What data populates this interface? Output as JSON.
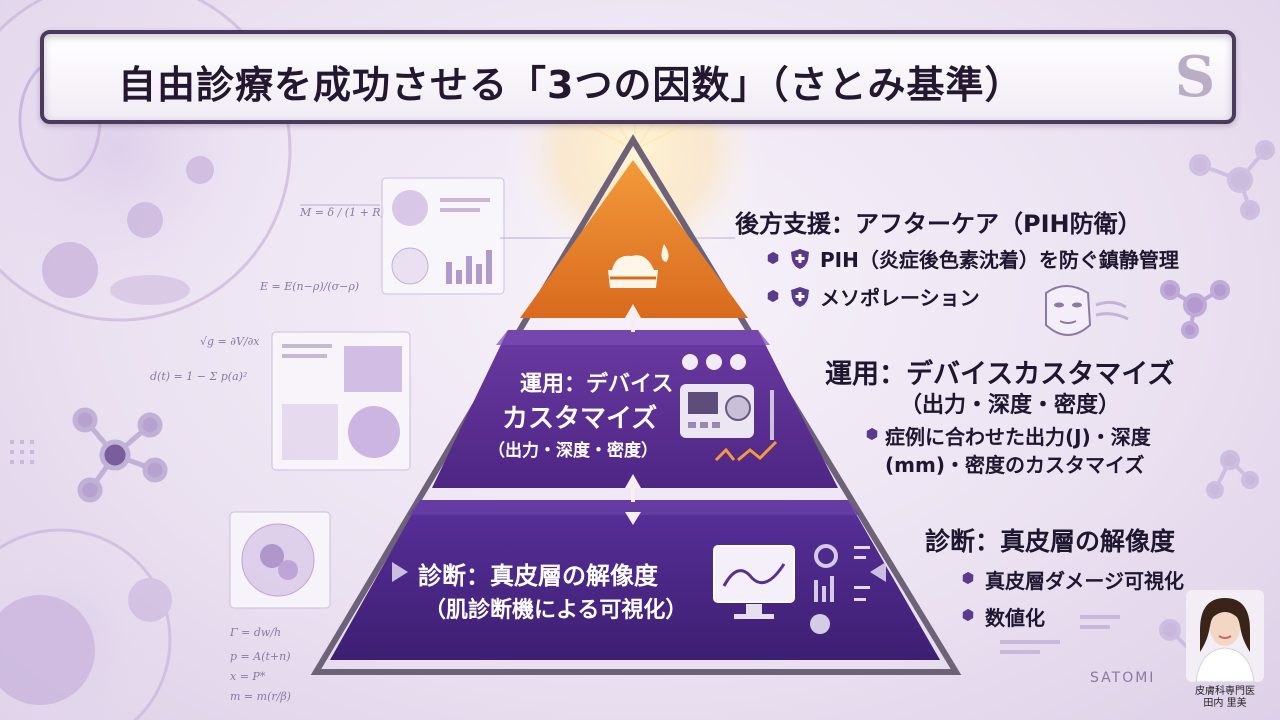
{
  "title": "自由診療を成功させる「3つの因数」（さとみ基準）",
  "logo_letter": "S",
  "pyramid": {
    "middle": {
      "line1": "運用：デバイス",
      "line2": "カスタマイズ",
      "line3": "（出力・深度・密度）"
    },
    "bottom": {
      "line1": "診断：真皮層の解像度",
      "line2": "（肌診断機による可視化）"
    }
  },
  "right": {
    "top_heading": "後方支援：アフターケア（PIH防衛）",
    "top_bullets": [
      "PIH（炎症後色素沈着）を防ぐ鎮静管理",
      "メソポレーション"
    ],
    "mid_heading": "運用：デバイスカスタマイズ",
    "mid_sub": "（出力・深度・密度）",
    "mid_bullet_line1": "症例に合わせた出力(J)・深度",
    "mid_bullet_line2": "(mm)・密度のカスタマイズ",
    "bottom_heading": "診断：真皮層の解像度",
    "bottom_bullets": [
      "真皮層ダメージ可視化",
      "数値化"
    ]
  },
  "brand": "SATOMI",
  "doctor": {
    "title": "皮膚科専門医",
    "name": "田内 里美"
  },
  "colors": {
    "top_tier": "#e07a2a",
    "mid_tier": "#5b2f8f",
    "bottom_tier": "#43237a",
    "accent": "#5a3a8c"
  },
  "icons": [
    "cream-jar-icon",
    "device-panel-icon",
    "monitor-chart-icon",
    "shield-icon",
    "face-mask-icon",
    "molecule-icon"
  ]
}
